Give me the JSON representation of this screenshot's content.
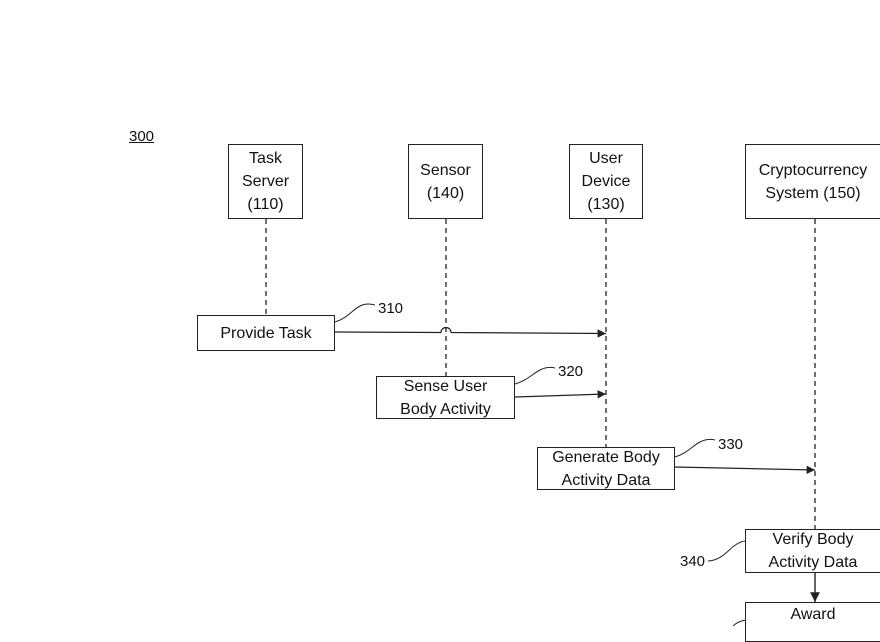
{
  "figure_number": "300",
  "entities": [
    {
      "line1": "Task",
      "line2": "Server",
      "line3": "(110)"
    },
    {
      "line1": "Sensor",
      "line2": "(140)"
    },
    {
      "line1": "User",
      "line2": "Device",
      "line3": "(130)"
    },
    {
      "line1": "Cryptocurrency",
      "line2": "System (150)"
    }
  ],
  "steps": [
    {
      "ref": "310",
      "line1": "Provide Task"
    },
    {
      "ref": "320",
      "line1": "Sense User",
      "line2": "Body Activity"
    },
    {
      "ref": "330",
      "line1": "Generate Body",
      "line2": "Activity Data"
    },
    {
      "ref": "340",
      "line1": "Verify Body",
      "line2": "Activity Data"
    },
    {
      "line1": "Award"
    }
  ],
  "colors": {
    "line": "#222222",
    "background": "#ffffff"
  }
}
